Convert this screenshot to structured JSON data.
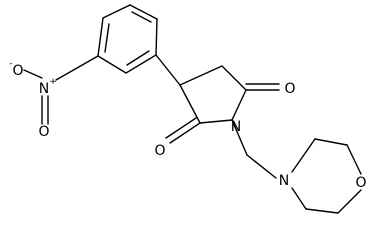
{
  "diagram": {
    "atoms": {
      "nitro_o_minus": {
        "symbol": "O",
        "charge": "-"
      },
      "nitro_n": {
        "symbol": "N",
        "charge": "+"
      },
      "nitro_o": {
        "symbol": "O"
      },
      "carbonyl_o_upper": {
        "symbol": "O"
      },
      "carbonyl_o_lower": {
        "symbol": "O"
      },
      "imide_n": {
        "symbol": "N"
      },
      "morpholine_n": {
        "symbol": "N"
      },
      "morpholine_o": {
        "symbol": "O"
      }
    }
  }
}
